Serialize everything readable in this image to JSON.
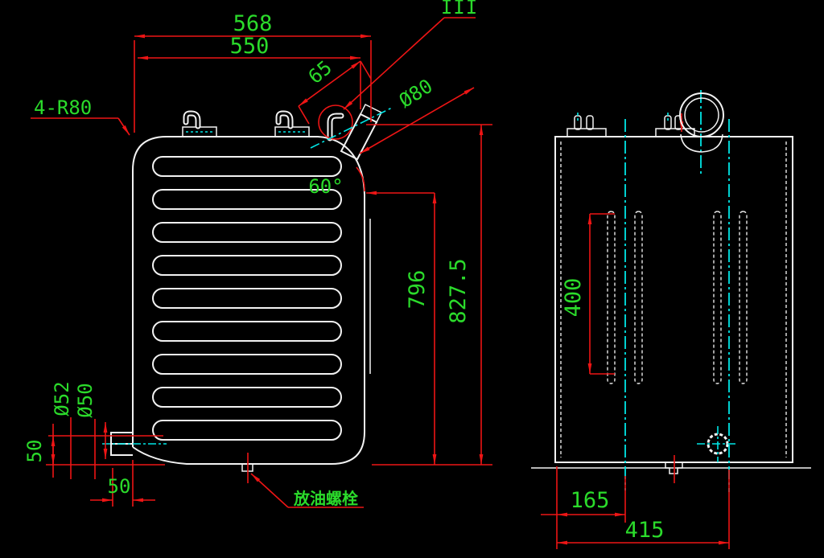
{
  "drawing_type": "CAD engineering drawing - hydraulic oil tank, two views",
  "colors": {
    "background": "#000000",
    "outline": "#f2f2f2",
    "dimension_line": "#ed1515",
    "dimension_text": "#2bdb2b",
    "centerline": "#00e6e6"
  },
  "labels": {
    "detail_marker": "III",
    "corner_note": "4-R80",
    "drain_note": "放油螺栓"
  },
  "dims": {
    "width_outer": "568",
    "width_inner": "550",
    "neck_offset": "65",
    "neck_dia": "Ø80",
    "neck_angle": "60°",
    "height_body": "796",
    "height_overall": "827.5",
    "drain_dia_outer": "Ø52",
    "drain_dia_inner": "Ø50",
    "drain_height": "50",
    "drain_offset": "50",
    "slot_length": "400",
    "port_offset": "165",
    "depth_overall": "415"
  }
}
